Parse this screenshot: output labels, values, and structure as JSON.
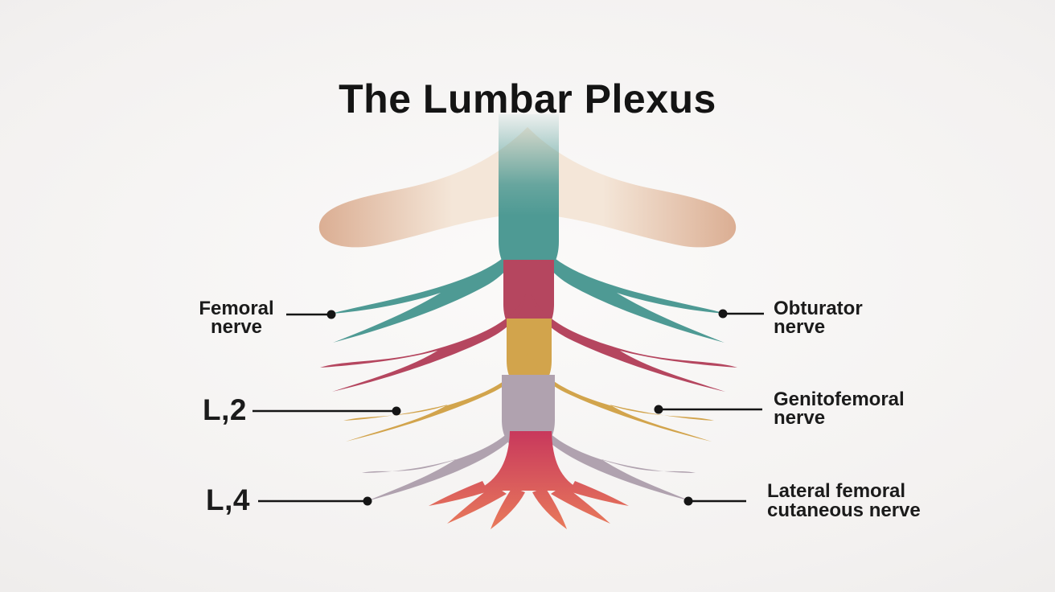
{
  "title": "The Lumbar Plexus",
  "labels": {
    "femoral": {
      "line1": "Femoral",
      "line2": "nerve"
    },
    "obturator": {
      "line1": "Obturator",
      "line2": "nerve"
    },
    "genitofemoral": {
      "line1": "Genitofemoral",
      "line2": "nerve"
    },
    "lateral_femoral": {
      "line1": "Lateral femoral",
      "line2": "cutaneous nerve"
    },
    "l2": {
      "text": "L,2"
    },
    "l4": {
      "text": "L,4"
    }
  },
  "colors": {
    "background_center": "#FBFAF9",
    "background_edge": "#DEDDDD",
    "title_text": "#141414",
    "label_text": "#1B1B1B",
    "leader_line": "#151515",
    "pelvis_peach": "#DBAE93",
    "pelvis_peach_light": "#F4E6D8",
    "spinal_teal": "#4E9A94",
    "nerve_crimson": "#B5465F",
    "nerve_gold": "#D2A44C",
    "nerve_mauve": "#B0A2AF",
    "root_coral_top": "#C8385C",
    "root_coral_bottom": "#E97B5B"
  }
}
